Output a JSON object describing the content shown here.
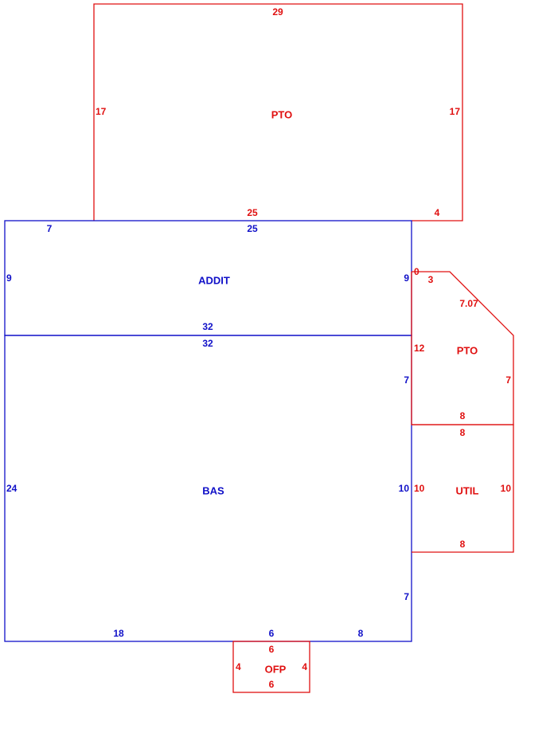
{
  "colors": {
    "blue": "#1010c8",
    "red": "#e01010",
    "background": "#ffffff"
  },
  "areas": {
    "pto_top": {
      "name": "PTO",
      "dims": {
        "top": "29",
        "left": "17",
        "right": "17",
        "bottom": "25",
        "bottom_right": "4"
      }
    },
    "addit": {
      "name": "ADDIT",
      "dims": {
        "top_left": "7",
        "top": "25",
        "left": "9",
        "right": "9",
        "bottom": "32"
      }
    },
    "bas": {
      "name": "BAS",
      "dims": {
        "top": "32",
        "left": "24",
        "right_upper": "7",
        "right_mid": "10",
        "right_lower": "7",
        "bottom_left": "18",
        "bottom_mid": "6",
        "bottom_right": "8"
      }
    },
    "pto_side": {
      "name": "PTO",
      "dims": {
        "corner": "0",
        "top": "3",
        "diagonal": "7.07",
        "left": "12",
        "right": "7",
        "bottom": "8"
      }
    },
    "util": {
      "name": "UTIL",
      "dims": {
        "top": "8",
        "left": "10",
        "right": "10",
        "bottom": "8"
      }
    },
    "ofp": {
      "name": "OFP",
      "dims": {
        "top": "6",
        "left": "4",
        "right": "4",
        "bottom": "6"
      }
    }
  }
}
